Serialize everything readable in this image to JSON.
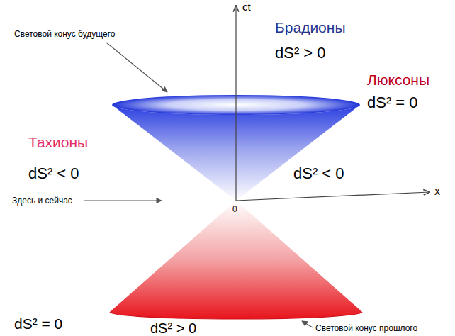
{
  "diagram": {
    "labels": [
      "ct",
      "Брадионы",
      "dS² > 0",
      "Световой конус будущего",
      "Люксоны",
      "dS² = 0",
      "Тахионы",
      "dS² < 0",
      "dS² < 0",
      "Здесь и сейчас",
      "x",
      "0",
      "dS² = 0",
      "dS² > 0",
      "Световой конус прошлого"
    ]
  }
}
